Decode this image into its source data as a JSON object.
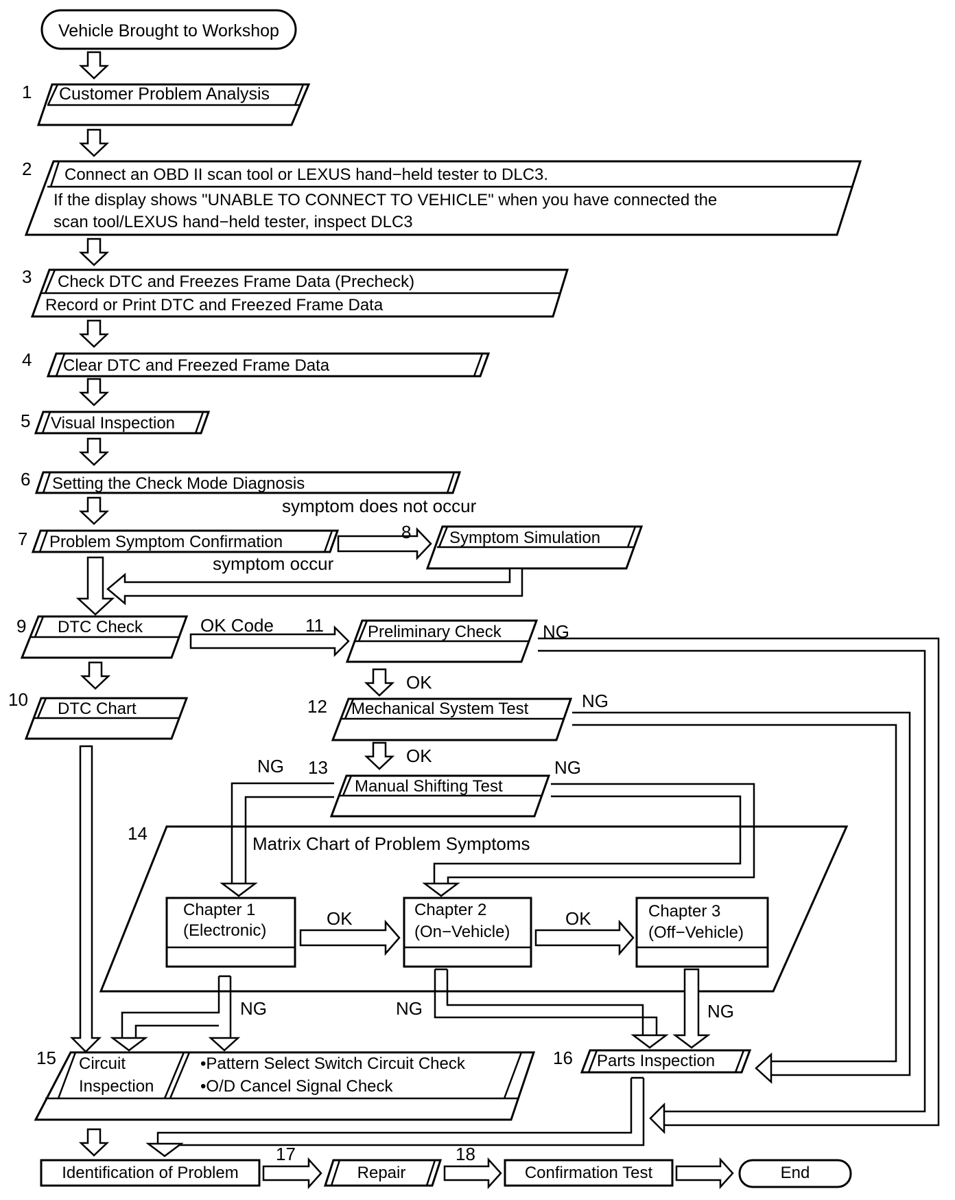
{
  "start": "Vehicle Brought to Workshop",
  "steps": {
    "s1": {
      "num": "1",
      "label": "Customer Problem Analysis"
    },
    "s2": {
      "num": "2",
      "line1": "Connect an OBD II scan tool or LEXUS hand−held tester to DLC3.",
      "line2": "If the display shows \"UNABLE TO CONNECT TO VEHICLE\" when you have connected the",
      "line3": "scan tool/LEXUS hand−held tester, inspect DLC3"
    },
    "s3": {
      "num": "3",
      "line1": "Check DTC and Freezes Frame Data (Precheck)",
      "line2": "Record or Print DTC and  Freezed Frame Data"
    },
    "s4": {
      "num": "4",
      "label": "Clear DTC and Freezed Frame Data"
    },
    "s5": {
      "num": "5",
      "label": "Visual Inspection"
    },
    "s6": {
      "num": "6",
      "label": "Setting the Check Mode Diagnosis"
    },
    "s7": {
      "num": "7",
      "label": "Problem Symptom Confirmation"
    },
    "s8": {
      "num": "8",
      "label": "Symptom Simulation"
    },
    "s9": {
      "num": "9",
      "label": "DTC Check"
    },
    "s10": {
      "num": "10",
      "label": "DTC Chart"
    },
    "s11": {
      "num": "11",
      "label": "Preliminary Check"
    },
    "s12": {
      "num": "12",
      "label": "Mechanical System Test"
    },
    "s13": {
      "num": "13",
      "label": "Manual Shifting Test"
    },
    "s14": {
      "num": "14",
      "label": "Matrix Chart of Problem Symptoms"
    },
    "s15": {
      "num": "15",
      "line1": "Circuit",
      "line2": "Inspection"
    },
    "s15b": {
      "line1": "•Pattern Select Switch Circuit Check",
      "line2": "•O/D Cancel Signal Check"
    },
    "s16": {
      "num": "16",
      "label": "Parts Inspection"
    },
    "s17": {
      "num": "17"
    },
    "s18": {
      "num": "18"
    }
  },
  "chapters": {
    "c1": {
      "line1": "Chapter 1",
      "line2": "(Electronic)"
    },
    "c2": {
      "line1": "Chapter 2",
      "line2": "(On−Vehicle)"
    },
    "c3": {
      "line1": "Chapter 3",
      "line2": "(Off−Vehicle)"
    }
  },
  "final": {
    "identification": "Identification of Problem",
    "repair": "Repair",
    "confirmation": "Confirmation Test",
    "end": "End"
  },
  "labels": {
    "symptom_not_occur": "symptom does not occur",
    "symptom_occur": "symptom occur",
    "ok_code": "OK Code",
    "ok": "OK",
    "ng": "NG"
  }
}
